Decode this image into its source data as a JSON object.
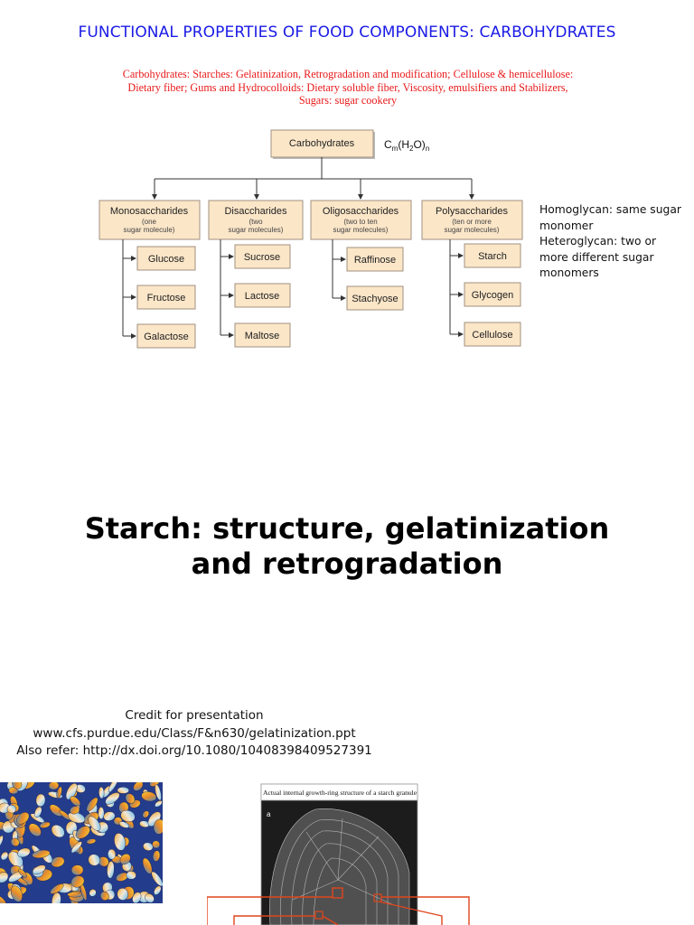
{
  "title": "FUNCTIONAL PROPERTIES OF FOOD COMPONENTS: CARBOHYDRATES",
  "subtitle_lines": [
    "Carbohydrates: Starches: Gelatinization, Retrogradation and modification; Cellulose & hemicellulose:",
    "Dietary fiber; Gums and Hydrocolloids: Dietary soluble fiber, Viscosity, emulsifiers and Stabilizers,",
    "Sugars: sugar cookery"
  ],
  "diagram": {
    "root": "Carbohydrates",
    "formula": {
      "base": "C",
      "sub1": "m",
      "mid": "(H",
      "sub2": "2",
      "tail": "O)",
      "sub3": "n"
    },
    "categories": [
      {
        "name": "Monosaccharides",
        "desc": [
          "(one",
          "sugar molecule)"
        ],
        "items": [
          "Glucose",
          "Fructose",
          "Galactose"
        ]
      },
      {
        "name": "Disaccharides",
        "desc": [
          "(two",
          "sugar molecules)"
        ],
        "items": [
          "Sucrose",
          "Lactose",
          "Maltose"
        ]
      },
      {
        "name": "Oligosaccharides",
        "desc": [
          "(two to ten",
          "sugar molecules)"
        ],
        "items": [
          "Raffinose",
          "Stachyose"
        ]
      },
      {
        "name": "Polysaccharides",
        "desc": [
          "(ten or more",
          "sugar molecules)"
        ],
        "items": [
          "Starch",
          "Glycogen",
          "Cellulose"
        ]
      }
    ]
  },
  "side_note": [
    "Homoglycan: same sugar",
    "monomer",
    "Heteroglycan: two or",
    "more different sugar",
    "monomers"
  ],
  "heading": [
    "Starch: structure, gelatinization",
    "and retrogradation"
  ],
  "credit": [
    "Credit for presentation",
    "www.cfs.purdue.edu/Class/F&n630/gelatinization.ppt",
    "Also refer: http://dx.doi.org/10.1080/10408398409527391"
  ],
  "granule_caption": "Actual internal growth-ring structure of a starch granule",
  "granule_panel_letter": "a"
}
